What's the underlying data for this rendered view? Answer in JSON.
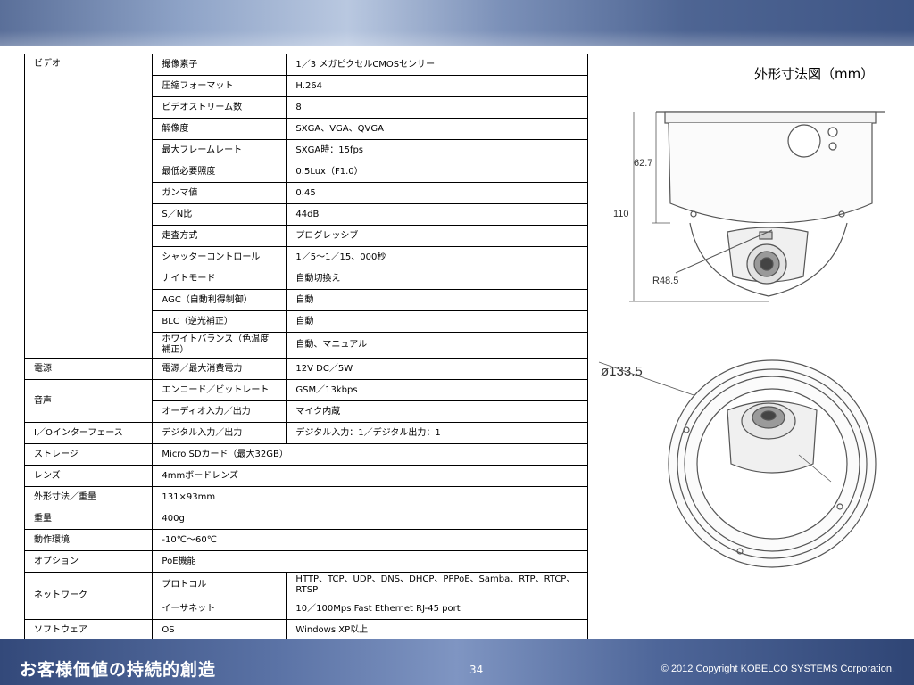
{
  "spec_rows": [
    {
      "cat": "ビデオ",
      "item": "撮像素子",
      "value": "1／3 メガピクセルCMOSセンサー"
    },
    {
      "cat": "",
      "item": "圧縮フォーマット",
      "value": "H.264"
    },
    {
      "cat": "",
      "item": "ビデオストリーム数",
      "value": "8"
    },
    {
      "cat": "",
      "item": "解像度",
      "value": "SXGA、VGA、QVGA"
    },
    {
      "cat": "",
      "item": "最大フレームレート",
      "value": "SXGA時：15fps"
    },
    {
      "cat": "",
      "item": "最低必要照度",
      "value": "0.5Lux（F1.0）"
    },
    {
      "cat": "",
      "item": "ガンマ値",
      "value": "0.45"
    },
    {
      "cat": "",
      "item": "S／N比",
      "value": "44dB"
    },
    {
      "cat": "",
      "item": "走査方式",
      "value": "プログレッシブ"
    },
    {
      "cat": "",
      "item": "シャッターコントロール",
      "value": "1／5～1／15、000秒"
    },
    {
      "cat": "",
      "item": "ナイトモード",
      "value": "自動切換え"
    },
    {
      "cat": "",
      "item": "AGC（自動利得制御）",
      "value": "自動"
    },
    {
      "cat": "",
      "item": "BLC（逆光補正）",
      "value": "自動"
    },
    {
      "cat": "",
      "item": "ホワイトバランス（色温度補正）",
      "value": "自動、マニュアル"
    },
    {
      "cat": "電源",
      "item": "電源／最大消費電力",
      "value": "12V DC／5W"
    },
    {
      "cat": "音声",
      "item": "エンコード／ビットレート",
      "value": "GSM／13kbps"
    },
    {
      "cat": "",
      "item": "オーディオ入力／出力",
      "value": "マイク内蔵"
    },
    {
      "cat": "I／Oインターフェース",
      "item": "デジタル入力／出力",
      "value": "デジタル入力：1／デジタル出力：1"
    },
    {
      "cat": "ストレージ",
      "item": "Micro SDカード（最大32GB）",
      "value": ""
    },
    {
      "cat": "レンズ",
      "item": "4mmボードレンズ",
      "value": ""
    },
    {
      "cat": "外形寸法／重量",
      "item": "131×93mm",
      "value": ""
    },
    {
      "cat": "重量",
      "item": "400g",
      "value": ""
    },
    {
      "cat": "動作環境",
      "item": "-10℃～60℃",
      "value": ""
    },
    {
      "cat": "オプション",
      "item": "PoE機能",
      "value": ""
    },
    {
      "cat": "ネットワーク",
      "item": "プロトコル",
      "value": "HTTP、TCP、UDP、DNS、DHCP、PPPoE、Samba、RTP、RTCP、RTSP"
    },
    {
      "cat": "",
      "item": "イーサネット",
      "value": "10／100Mps Fast Ethernet RJ-45 port"
    },
    {
      "cat": "ソフトウェア",
      "item": "OS",
      "value": "Windows XP以上"
    }
  ],
  "drawing": {
    "title": "外形寸法図（mm）",
    "dim_height_dome": "62.7",
    "dim_height_total": "110",
    "dim_radius": "R48.5",
    "dim_diameter": "ø133.5"
  },
  "footer": {
    "title": "お客様価値の持続的創造",
    "page": "34",
    "copyright": "©  2012 Copyright  KOBELCO SYSTEMS Corporation."
  }
}
